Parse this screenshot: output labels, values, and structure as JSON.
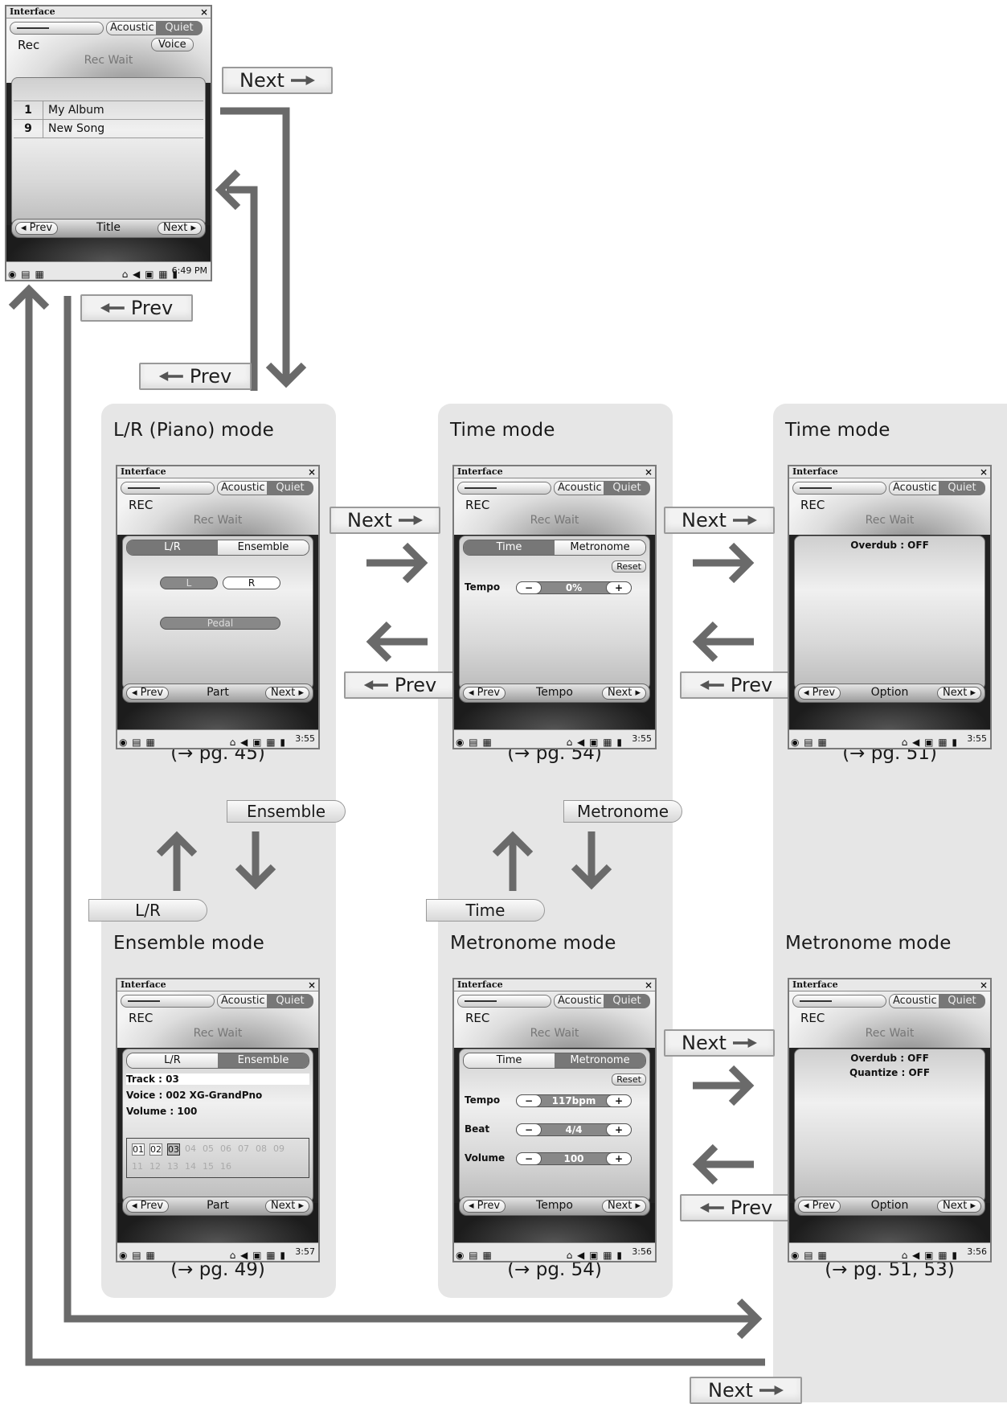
{
  "device_common": {
    "window_title": "Interface",
    "close_glyph": "×",
    "acoustic": "Acoustic",
    "quiet": "Quiet",
    "rec_wait": "Rec Wait",
    "rec": "REC"
  },
  "top_screen": {
    "rec_label": "Rec",
    "voice_button": "Voice",
    "rows": [
      {
        "num": "1",
        "name": "My Album"
      },
      {
        "num": "9",
        "name": "New Song"
      }
    ],
    "nav_prev": "Prev",
    "nav_center": "Title",
    "nav_next": "Next",
    "time": "6:49 PM"
  },
  "nav_buttons": {
    "next": "Next",
    "prev": "Prev"
  },
  "mode_buttons": {
    "ensemble": "Ensemble",
    "metronome": "Metronome",
    "lr": "L/R",
    "time": "Time"
  },
  "panels": {
    "lr": {
      "title": "L/R (Piano) mode",
      "page": "(→ pg. 45)",
      "tab_left": "L/R",
      "tab_right": "Ensemble",
      "btn_l": "L",
      "btn_r": "R",
      "pedal": "Pedal",
      "nav_prev": "Prev",
      "nav_center": "Part",
      "nav_next": "Next",
      "time": "3:55"
    },
    "time": {
      "title": "Time mode",
      "page": "(→ pg. 54)",
      "tab_left": "Time",
      "tab_right": "Metronome",
      "reset": "Reset",
      "tempo_label": "Tempo",
      "tempo_value": "0%",
      "minus": "−",
      "plus": "+",
      "nav_prev": "Prev",
      "nav_center": "Tempo",
      "nav_next": "Next",
      "time": "3:55"
    },
    "time_option": {
      "title": "Time mode",
      "page": "(→ pg. 51)",
      "overdub": "Overdub : OFF",
      "nav_prev": "Prev",
      "nav_center": "Option",
      "nav_next": "Next",
      "time": "3:55"
    },
    "ensemble": {
      "title": "Ensemble mode",
      "page": "(→ pg. 49)",
      "tab_left": "L/R",
      "tab_right": "Ensemble",
      "track_label": "Track",
      "track_value": ": 03",
      "voice_label": "Voice",
      "voice_value": ": 002 XG-GrandPno",
      "volume_label": "Volume",
      "volume_value": ": 100",
      "tracks_row1": [
        "01",
        "02",
        "03",
        "04",
        "05",
        "06",
        "07",
        "08",
        "09"
      ],
      "tracks_row2": [
        "11",
        "12",
        "13",
        "14",
        "15",
        "16"
      ],
      "nav_prev": "Prev",
      "nav_center": "Part",
      "nav_next": "Next",
      "time": "3:57"
    },
    "metronome": {
      "title": "Metronome mode",
      "page": "(→ pg. 54)",
      "tab_left": "Time",
      "tab_right": "Metronome",
      "reset": "Reset",
      "tempo_label": "Tempo",
      "tempo_value": "117bpm",
      "beat_label": "Beat",
      "beat_value": "4/4",
      "volume_label": "Volume",
      "volume_value": "100",
      "minus": "−",
      "plus": "+",
      "nav_prev": "Prev",
      "nav_center": "Tempo",
      "nav_next": "Next",
      "time": "3:56"
    },
    "metronome_option": {
      "title": "Metronome mode",
      "page": "(→ pg. 51, 53)",
      "overdub": "Overdub : OFF",
      "quantize": "Quantize : OFF",
      "nav_prev": "Prev",
      "nav_center": "Option",
      "nav_next": "Next",
      "time": "3:56"
    }
  },
  "colors": {
    "panel_bg": "#e6e6e6",
    "arrow": "#6a6a6a"
  }
}
